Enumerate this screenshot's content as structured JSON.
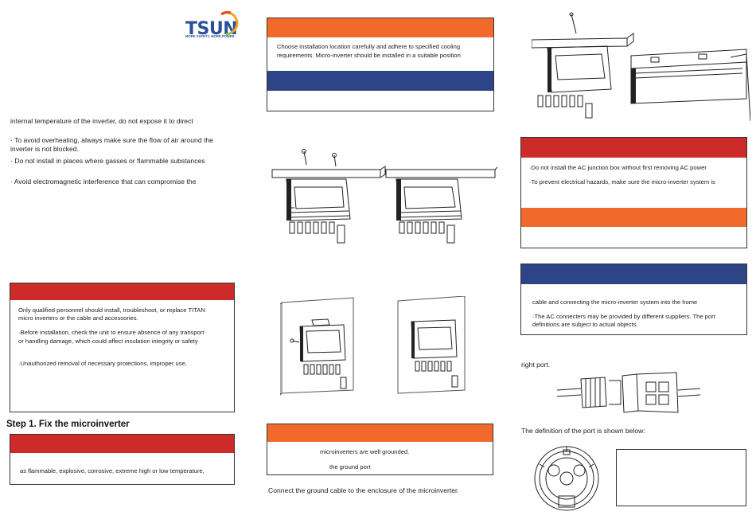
{
  "logo": {
    "text": "TSUN",
    "tagline": "MORE SAFETY, MORE POWER"
  },
  "col1": {
    "para_a": "internal temperature of the inverter, do not expose it to direct",
    "para_b1": "· To avoid overheating, always make sure the flow of air around the",
    "para_b2": "inverter is not blocked.",
    "para_c": "· Do not install in places where gasses or flammable substances",
    "para_d": "· Avoid electromagnetic interference that can compromise the",
    "warn_box": {
      "l1": "Only qualified personnel should install, troubleshoot, or replace TITAN",
      "l2": "micro inverters or the cable and accessories.",
      "l3": "·Before installation, check the unit to ensure absence of any transport",
      "l4": "or handling damage, which could affect insulation integrity or safety",
      "l5": "·Unauthorized removal of necessary protections, improper use,"
    },
    "step_title": "Step 1. Fix the microinverter",
    "step_box_text": "as flammable, explosive, corrosive, extreme high or low temperature,"
  },
  "col2": {
    "top_box": {
      "l1": "Choose installation location carefully and adhere to specified cooling",
      "l2": "requirements. Micro-inverter should be installed in a suitable position"
    },
    "ground_box": {
      "l1": "microinverters are well grounded.",
      "l2": "the ground port"
    },
    "ground_caption": "Connect the ground cable  to the enclosure of the microinverter."
  },
  "col3": {
    "red_box": {
      "l1": "·Do not install the AC junction box without first removing AC power",
      "l2": "·To prevent electrical hazards, make sure the micro-inverter system is"
    },
    "blue_box": {
      "l1": "cable and connecting the micro-inverter system into the home",
      "l2": "·The AC connecters may be provided by different suppliers. The port",
      "l3": "definitions are subject to actual objects."
    },
    "right_port": "right port.",
    "port_def": "The definition of the port is shown below:"
  },
  "colors": {
    "red": "#cd2a2a",
    "orange": "#f16a2c",
    "blue": "#2d4586",
    "logo_blue": "#2c4f9a"
  },
  "icons": [
    "tsun-logo-arc",
    "inverter-rail-mount-illustration",
    "inverter-wall-mount-illustration",
    "ac-connector-illustration",
    "port-definition-diagram"
  ]
}
